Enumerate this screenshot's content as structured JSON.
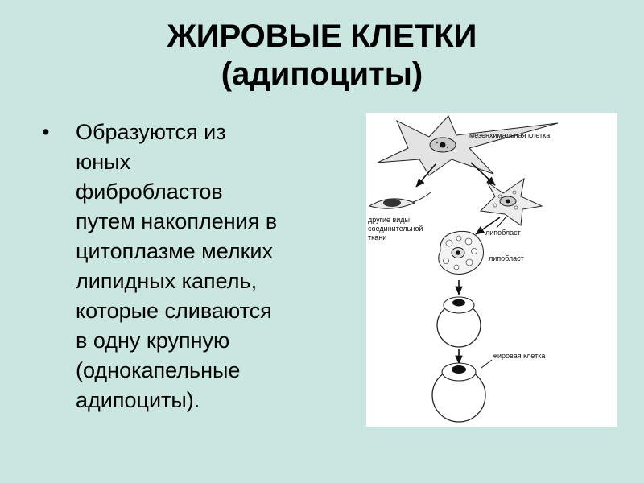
{
  "slide": {
    "colors": {
      "background": "#c9e6e0",
      "panel": "#ffffff",
      "text": "#000000"
    },
    "title_line1": "ЖИРОВЫЕ КЛЕТКИ",
    "title_line2": "(адипоциты)",
    "bullet": {
      "marker": "•",
      "text": "Образуются из\nюных\nфибробластов\nпутем накопления в\nцитоплазме мелких\nлипидных капель,\nкоторые сливаются\nв одну крупную\n(однокапельные\nадипоциты)."
    },
    "diagram": {
      "labels": {
        "mesenchymal_cell": "мезенхимальная клетка",
        "other_tissue": "другие виды соединительной ткани",
        "lipoblast_1": "липобласт",
        "lipoblast_2": "липобласт",
        "fat_cell": "жировая клетка"
      }
    }
  }
}
